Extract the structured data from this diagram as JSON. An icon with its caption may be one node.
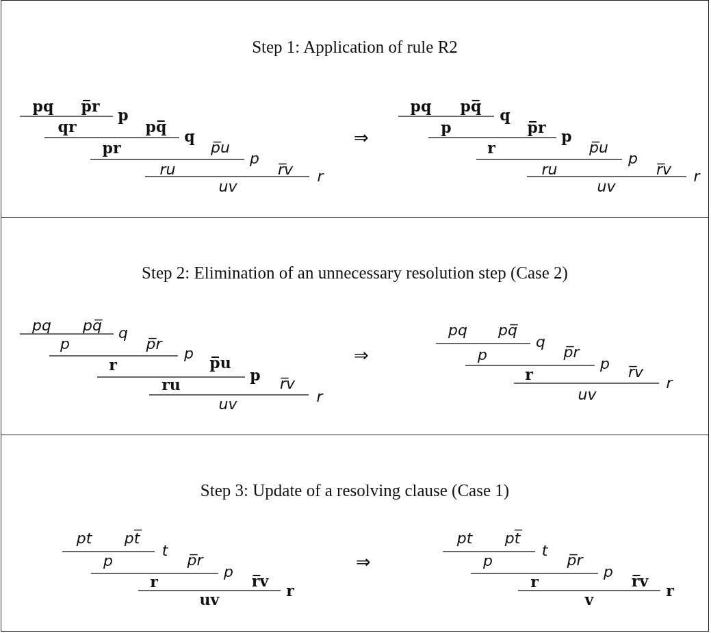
{
  "diagram": {
    "nodes": [
      {
        "text": [
          "Step 1: Application of rule R2"
        ]
      },
      {
        "text": [
          "Step 2: Elimination of an unnecessary resolution step (Case 2)"
        ]
      },
      {
        "text": [
          "Step 3: Update of a resolving clause (Case 1)"
        ]
      }
    ],
    "labels": [
      "pq",
      "p̅r",
      "p",
      "qr",
      "pq̅",
      "q",
      "pr",
      "p̅u",
      "p",
      "ru",
      "r̅v",
      "r",
      "uv",
      "⇒",
      "pq",
      "pq̅",
      "q",
      "p",
      "p̅r",
      "p",
      "r",
      "p̅u",
      "p",
      "ru",
      "r̅v",
      "r",
      "uv",
      "pq",
      "pq̅",
      "q",
      "p",
      "p̅r",
      "p",
      "r",
      "p̅u",
      "p",
      "ru",
      "r̅v",
      "r",
      "uv",
      "⇒",
      "pq",
      "pq̅",
      "q",
      "p",
      "p̅r",
      "p",
      "r",
      "r̅v",
      "r",
      "uv",
      "pt",
      "pt̅",
      "t",
      "p",
      "p̅r",
      "p",
      "r",
      "r̅v",
      "r",
      "uv",
      "⇒",
      "pt",
      "pt̅",
      "t",
      "p",
      "p̅r",
      "p",
      "r",
      "r̅v",
      "r",
      "v"
    ]
  }
}
